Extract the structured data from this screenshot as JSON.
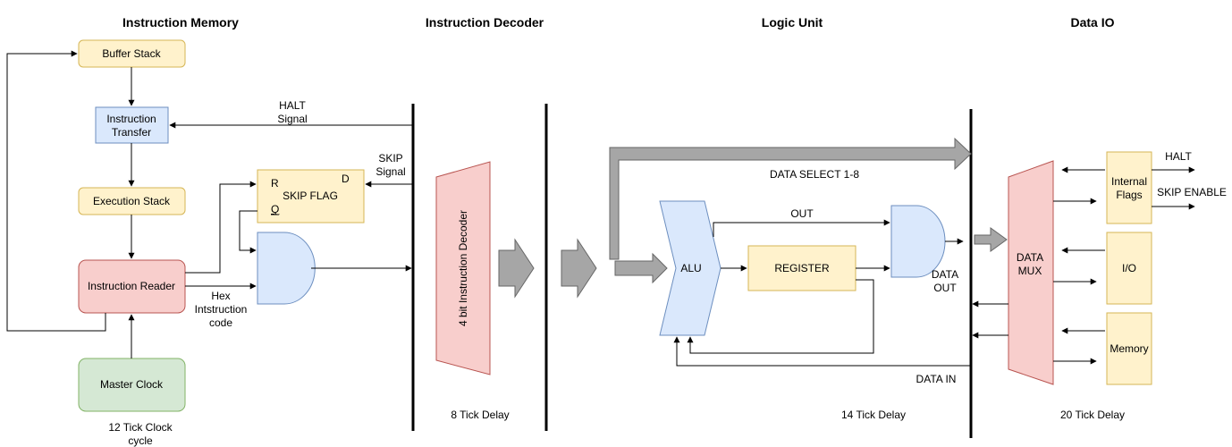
{
  "headers": {
    "memory": "Instruction Memory",
    "decoder": "Instruction Decoder",
    "logic": "Logic Unit",
    "io": "Data IO"
  },
  "blocks": {
    "buffer_stack": "Buffer Stack",
    "instruction_transfer_1": "Instruction",
    "instruction_transfer_2": "Transfer",
    "execution_stack": "Execution Stack",
    "instruction_reader": "Instruction Reader",
    "master_clock": "Master Clock",
    "skip_flag": "SKIP FLAG",
    "skip_flag_r": "R",
    "skip_flag_d": "D",
    "skip_flag_q": "Q",
    "decoder": "4 bit Instruction Decoder",
    "alu": "ALU",
    "register": "REGISTER",
    "data_mux_1": "DATA",
    "data_mux_2": "MUX",
    "internal_flags_1": "Internal",
    "internal_flags_2": "Flags",
    "io": "I/O",
    "memory": "Memory"
  },
  "labels": {
    "halt_signal_1": "HALT",
    "halt_signal_2": "Signal",
    "skip_signal_1": "SKIP",
    "skip_signal_2": "Signal",
    "hex_1": "Hex",
    "hex_2": "Intstruction",
    "hex_3": "code",
    "clock_cycle_1": "12 Tick Clock",
    "clock_cycle_2": "cycle",
    "decoder_delay": "8 Tick Delay",
    "logic_delay": "14 Tick Delay",
    "io_delay": "20 Tick Delay",
    "data_select": "DATA SELECT 1-8",
    "out": "OUT",
    "data_out_1": "DATA",
    "data_out_2": "OUT",
    "data_in": "DATA IN",
    "halt_out": "HALT",
    "skip_enable": "SKIP ENABLE"
  },
  "colors": {
    "yellow_fill": "#fff2cc",
    "yellow_stroke": "#d6b656",
    "blue_fill": "#dae8fc",
    "blue_stroke": "#6c8ebf",
    "red_fill": "#f8cecc",
    "red_stroke": "#b85450",
    "green_fill": "#d5e8d4",
    "green_stroke": "#82b366",
    "gray_fill": "#a6a6a6",
    "gray_stroke": "#666666"
  }
}
